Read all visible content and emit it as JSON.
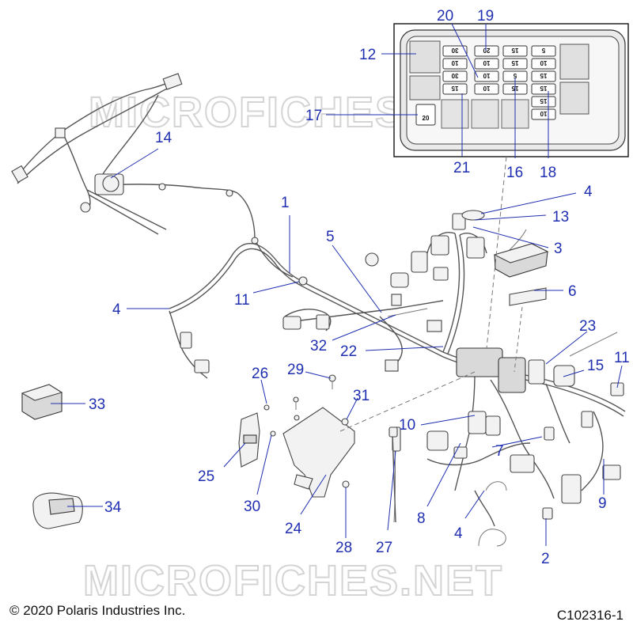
{
  "watermark": "MICROFICHES.NET",
  "footer": {
    "copyright": "© 2020 Polaris Industries Inc.",
    "diagram_id": "C102316-1"
  },
  "callouts": {
    "c1": "1",
    "c2": "2",
    "c3": "3",
    "c4a": "4",
    "c4b": "4",
    "c4c": "4",
    "c5": "5",
    "c6": "6",
    "c7": "7",
    "c8": "8",
    "c9": "9",
    "c10": "10",
    "c11a": "11",
    "c11b": "11",
    "c12": "12",
    "c13": "13",
    "c14": "14",
    "c15": "15",
    "c16": "16",
    "c17": "17",
    "c18": "18",
    "c19": "19",
    "c20": "20",
    "c21": "21",
    "c22": "22",
    "c23": "23",
    "c24": "24",
    "c25": "25",
    "c26": "26",
    "c27": "27",
    "c28": "28",
    "c29": "29",
    "c30": "30",
    "c31": "31",
    "c32": "32",
    "c33": "33",
    "c34": "34"
  },
  "fuse_box": {
    "col1": [
      "30",
      "10",
      "30",
      "15"
    ],
    "col2": [
      "20",
      "10",
      "10",
      "10"
    ],
    "col3": [
      "15",
      "15",
      "5",
      "15"
    ],
    "col4": [
      "5",
      "10",
      "15",
      "15",
      "15",
      "10"
    ],
    "lone": "20"
  }
}
